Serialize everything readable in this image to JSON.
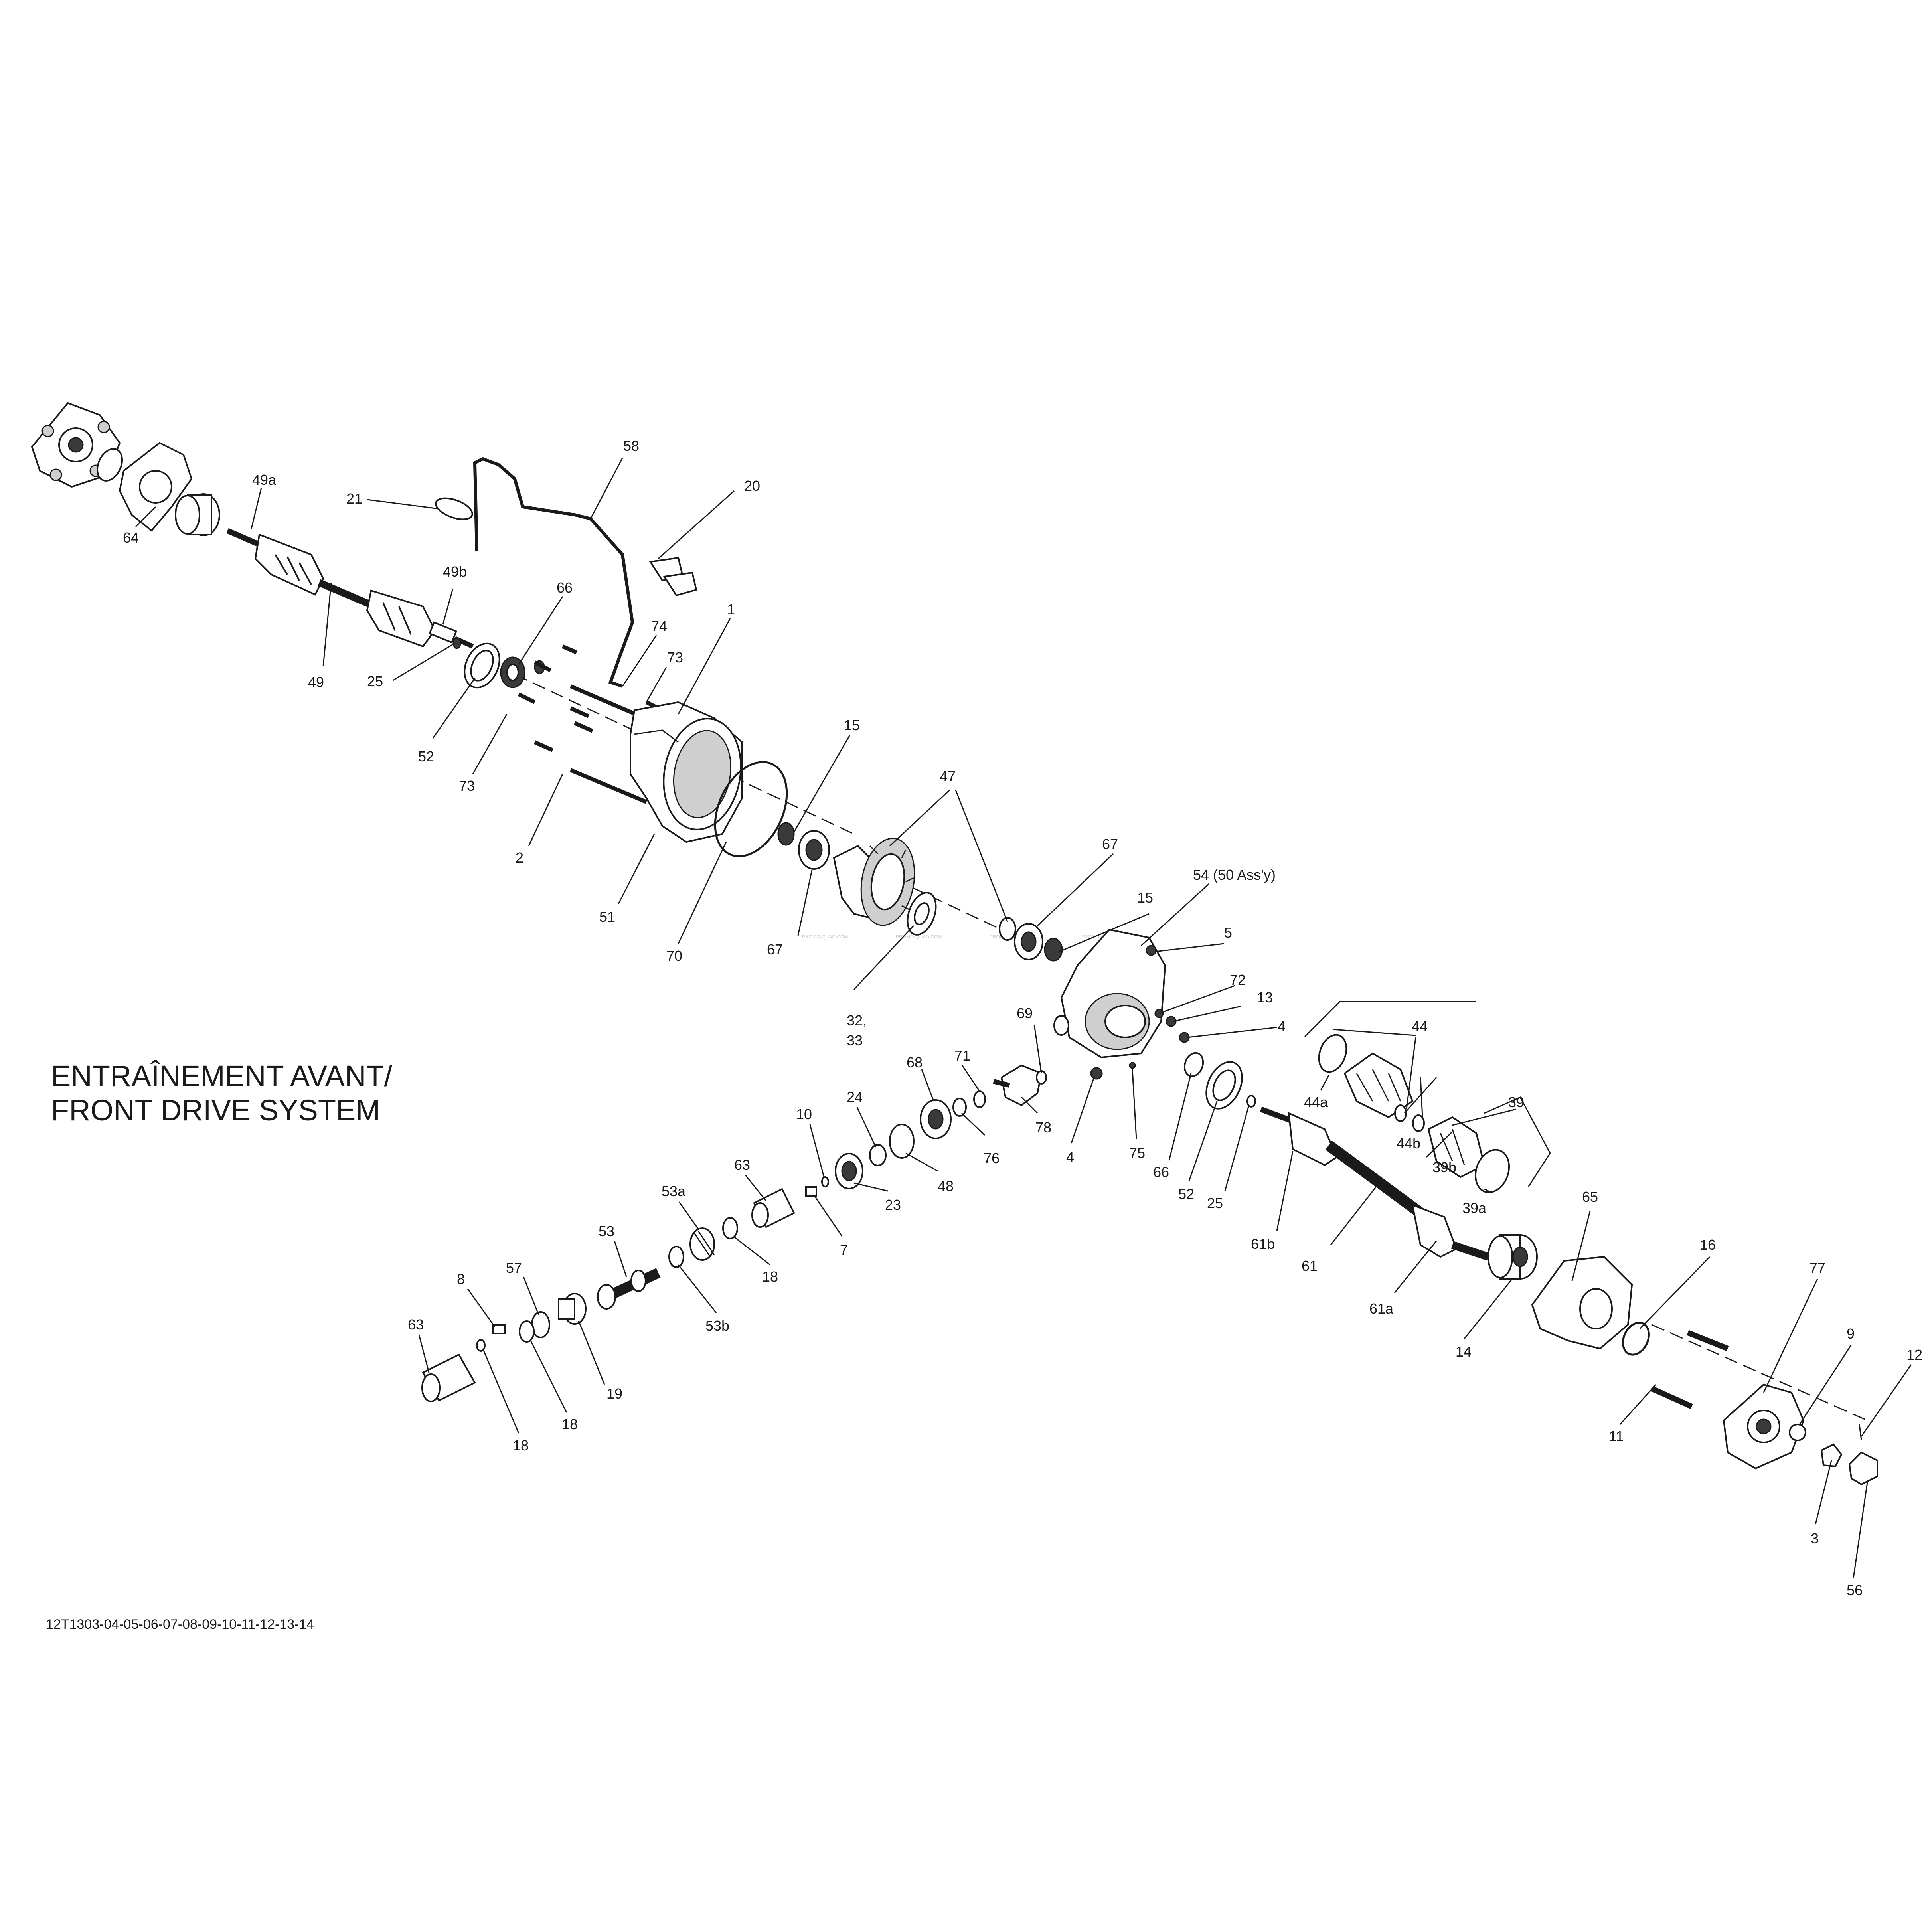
{
  "diagram": {
    "title_line1": "ENTRAÎNEMENT AVANT/",
    "title_line2": "FRONT DRIVE SYSTEM",
    "drawing_code": "12T1303-04-05-06-07-08-09-10-11-12-13-14",
    "watermarks": [
      "PROMO-QUAD.COM",
      "PROMO-QUAD.COM",
      "PROMO-QUAD.COM",
      "PROMO-QUAD.COM"
    ],
    "callouts": {
      "c58": "58",
      "c20": "20",
      "c21": "21",
      "c49a": "49a",
      "c64": "64",
      "c49b": "49b",
      "c49": "49",
      "c25a": "25",
      "c52a": "52",
      "c66a": "66",
      "c74": "74",
      "c73a": "73",
      "c73b": "73",
      "c1": "1",
      "c2": "2",
      "c51": "51",
      "c70": "70",
      "c15a": "15",
      "c67a": "67",
      "c47": "47",
      "c32": "32,",
      "c33": "33",
      "c67b": "67",
      "c15b": "15",
      "c54": "54 (50 Ass'y)",
      "c5": "5",
      "c72": "72",
      "c13": "13",
      "c4a": "4",
      "c69": "69",
      "c4b": "4",
      "c75": "75",
      "c66b": "66",
      "c52b": "52",
      "c25b": "25",
      "c44": "44",
      "c44a": "44a",
      "c44b": "44b",
      "c39": "39",
      "c39b": "39b",
      "c39a": "39a",
      "c61b": "61b",
      "c61": "61",
      "c61a": "61a",
      "c65": "65",
      "c14": "14",
      "c16": "16",
      "c77": "77",
      "c9": "9",
      "c12": "12",
      "c11": "11",
      "c3": "3",
      "c56": "56",
      "c71": "71",
      "c68": "68",
      "c78": "78",
      "c76": "76",
      "c24": "24",
      "c48": "48",
      "c10": "10",
      "c23": "23",
      "c7": "7",
      "c63a": "63",
      "c53a": "53a",
      "c53": "53",
      "c18a": "18",
      "c53b": "53b",
      "c57": "57",
      "c19": "19",
      "c18b": "18",
      "c8": "8",
      "c63b": "63",
      "c18c": "18"
    }
  }
}
